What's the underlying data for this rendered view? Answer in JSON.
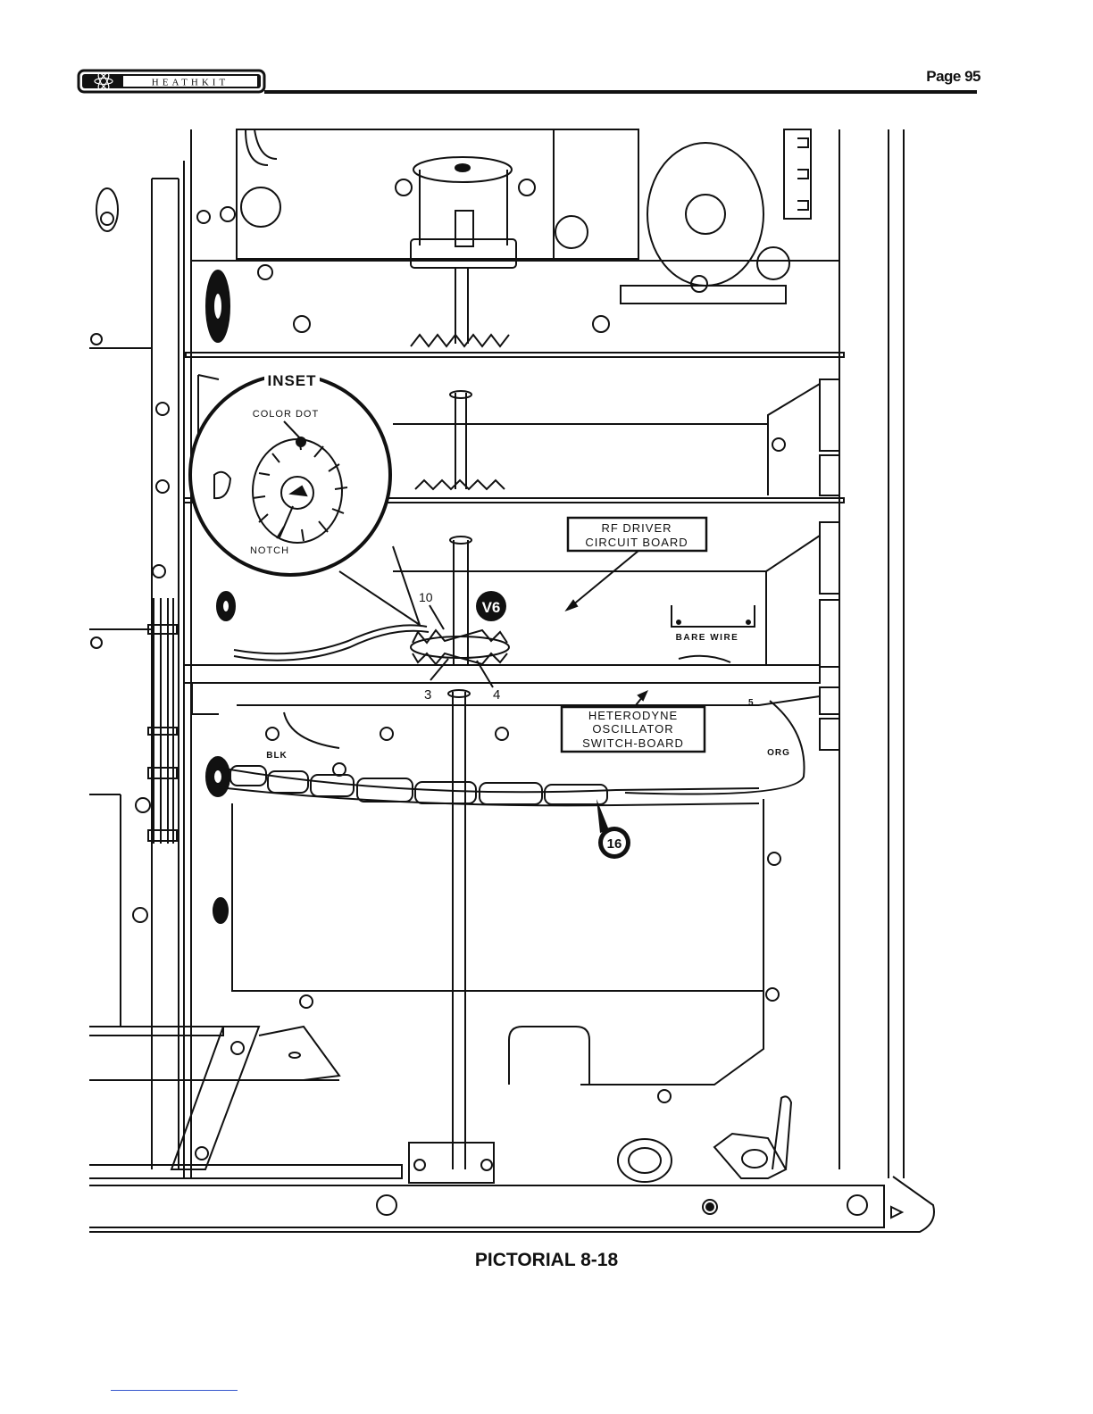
{
  "header": {
    "brand": "HEATHKIT",
    "page_number": "Page 95"
  },
  "figure": {
    "inset_label": "INSET",
    "color_dot_label": "COLOR DOT",
    "notch_label": "NOTCH",
    "rf_driver_line1": "RF DRIVER",
    "rf_driver_line2": "CIRCUIT BOARD",
    "het_line1": "HETERODYNE",
    "het_line2": "OSCILLATOR",
    "het_line3": "SWITCH-BOARD",
    "bare_wire": "BARE WIRE",
    "blk": "BLK",
    "org": "ORG",
    "pin_10": "10",
    "pin_3": "3",
    "pin_4": "4",
    "pin_5": "5",
    "tube_v6": "V6",
    "callout_16": "16"
  },
  "caption": "PICTORIAL 8-18"
}
